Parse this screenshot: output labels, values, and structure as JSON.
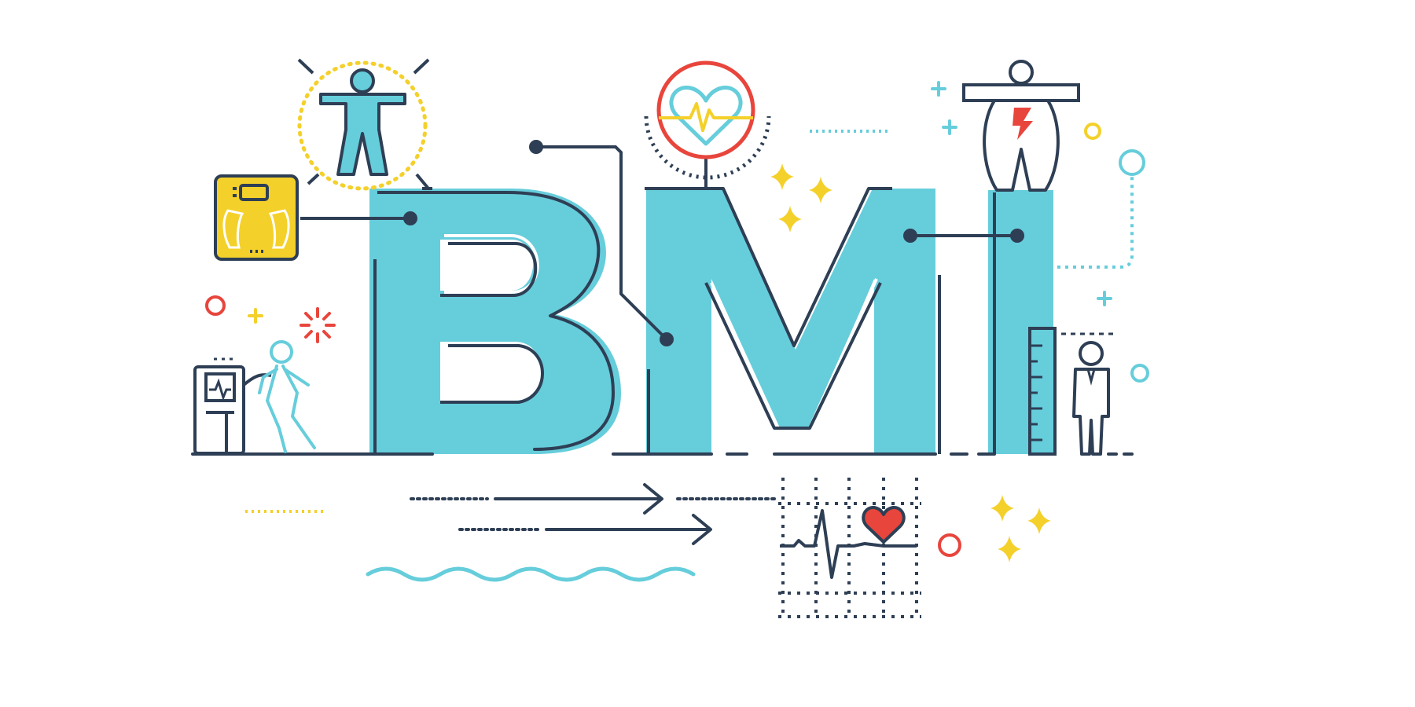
{
  "word": {
    "letters": [
      "B",
      "M",
      "I"
    ],
    "text": "BMI"
  },
  "colors": {
    "cyan": "#66CDDB",
    "navy": "#2E3F55",
    "yellow": "#F4D02A",
    "red": "#E8453C",
    "white": "#FFFFFF"
  },
  "icons": [
    "body-person-icon",
    "bathroom-scale-icon",
    "heart-pulse-icon",
    "overweight-person-icon",
    "treadmill-runner-icon",
    "height-ruler-icon",
    "ecg-heart-icon",
    "sparkle-icon",
    "plus-icon",
    "circle-icon",
    "burst-icon",
    "arrow-icon",
    "wave-icon"
  ]
}
